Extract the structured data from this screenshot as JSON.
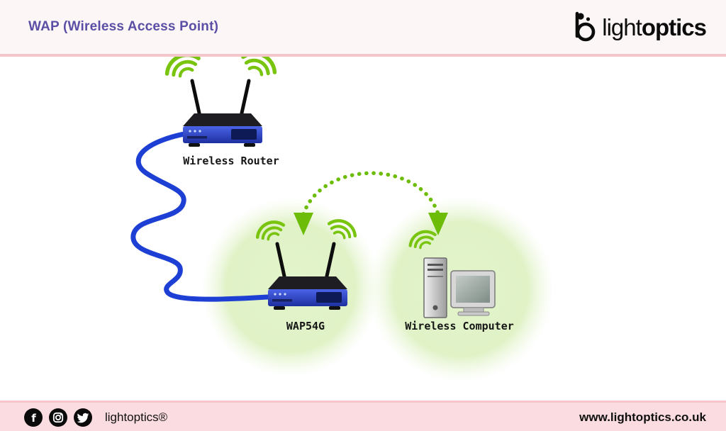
{
  "header": {
    "title": "WAP (Wireless Access Point)",
    "logo": {
      "light": "light",
      "optics": "optics"
    }
  },
  "diagram": {
    "labels": {
      "router": "Wireless Router",
      "wap": "WAP54G",
      "computer": "Wireless Computer"
    },
    "icons": [
      "wifi-signal-waves",
      "wireless-router-device",
      "wap54g-device",
      "desktop-computer",
      "ethernet-cable",
      "wireless-link-dotted-arc"
    ]
  },
  "footer": {
    "brand": "lightoptics®",
    "website": "www.lightoptics.co.uk",
    "icons": [
      "facebook-icon",
      "instagram-icon",
      "twitter-icon"
    ]
  },
  "colors": {
    "title_purple": "#5a4fa5",
    "pink_line": "#f4c6cc",
    "footer_pink": "#fbdce1",
    "signal_green": "#79c40e",
    "arc_green": "#6cbc08",
    "cable_blue": "#1d3fd4",
    "coverage_green": "#e3f4cc"
  }
}
